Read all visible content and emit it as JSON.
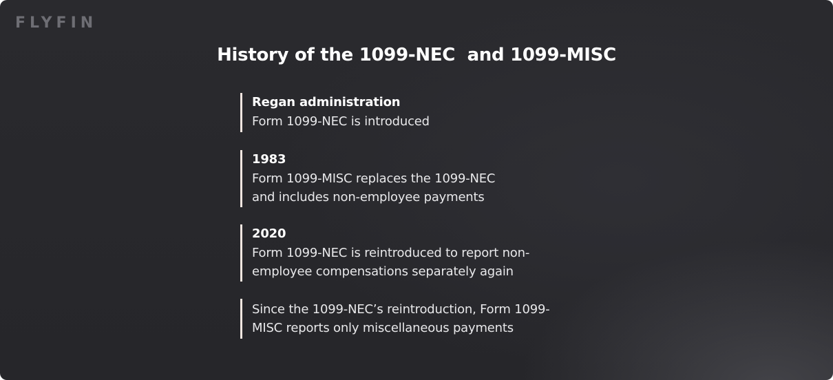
{
  "brand": {
    "logo_text": "FLYFIN"
  },
  "title": "History of the 1099-NEC  and 1099-MISC",
  "timeline": [
    {
      "heading": "Regan administration",
      "text": "Form 1099-NEC is introduced"
    },
    {
      "heading": "1983",
      "text": "Form 1099-MISC replaces the 1099-NEC\nand includes non-employee payments"
    },
    {
      "heading": "2020",
      "text": "Form 1099-NEC is reintroduced to report non-\nemployee compensations separately again"
    },
    {
      "heading": "",
      "text": "Since the 1099-NEC’s reintroduction, Form 1099-\nMISC reports only miscellaneous payments"
    }
  ],
  "colors": {
    "background": "#28282c",
    "accent_bar": "#f2e6e0",
    "logo": "#6e6e74",
    "text": "#ffffff"
  }
}
